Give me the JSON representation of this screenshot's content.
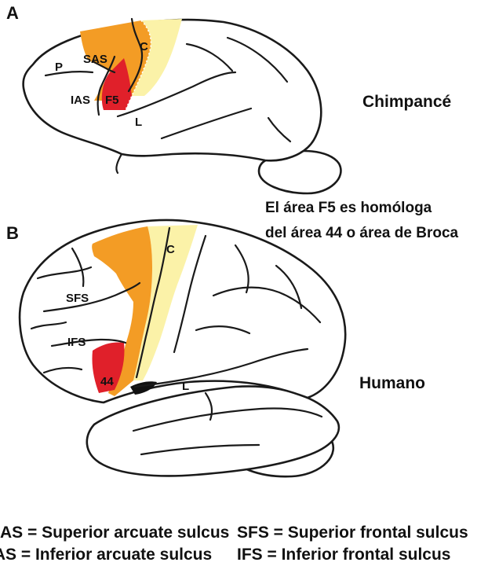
{
  "panels": [
    {
      "letter": "A",
      "species": "Chimpancé",
      "labels": {
        "p": "P",
        "sas": "SAS",
        "c": "C",
        "ias": "IAS",
        "f5": "F5",
        "l": "L"
      }
    },
    {
      "letter": "B",
      "species": "Humano",
      "labels": {
        "c": "C",
        "sfs": "SFS",
        "ifs": "IFS",
        "area44": "44",
        "l": "L"
      }
    }
  ],
  "note": {
    "line1": "El área F5 es homóloga",
    "line2": "del área 44 o área de Broca"
  },
  "legend": {
    "sas": "SAS = Superior arcuate sulcus",
    "ias": "IAS = Inferior arcuate sulcus",
    "sfs": "SFS = Superior frontal sulcus",
    "ifs": "IFS = Inferior frontal sulcus"
  },
  "colors": {
    "orange": "#f39c25",
    "red": "#e0202a",
    "pale_yellow": "#fbf2a8",
    "outline": "#1a1a1a"
  }
}
